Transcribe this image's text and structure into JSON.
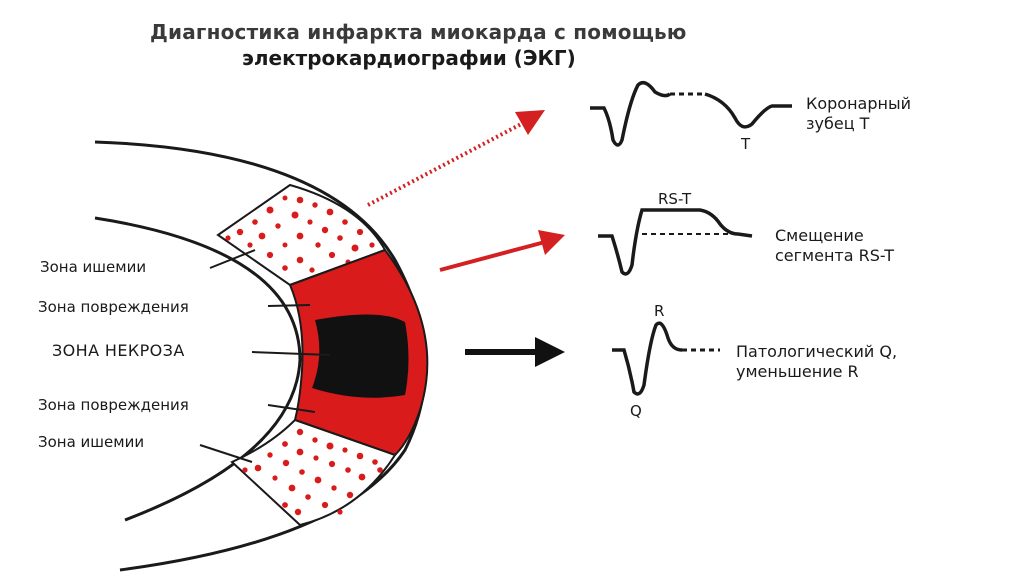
{
  "title": {
    "line1": "Диагностика инфаркта миокарда с помощью",
    "line2": "электрокардиографии (ЭКГ)"
  },
  "zones": {
    "ischemia_top": "Зона ишемии",
    "injury_top": "Зона повреждения",
    "necrosis": "ЗОНА НЕКРОЗА",
    "injury_bottom": "Зона повреждения",
    "ischemia_bottom": "Зона ишемии"
  },
  "ecg": {
    "wave1": {
      "caption_line1": "Коронарный",
      "caption_line2": "зубец Т",
      "wave_label": "T"
    },
    "wave2": {
      "caption_line1": "Смещение",
      "caption_line2": "сегмента RS-T",
      "wave_label": "RS-T"
    },
    "wave3": {
      "caption_line1": "Патологический Q,",
      "caption_line2": "уменьшение R",
      "label_r": "R",
      "label_q": "Q"
    }
  },
  "colors": {
    "infarct_red": "#d91b1b",
    "necrosis_black": "#111111",
    "arrow_red": "#d42020",
    "line": "#1a1a1a"
  }
}
